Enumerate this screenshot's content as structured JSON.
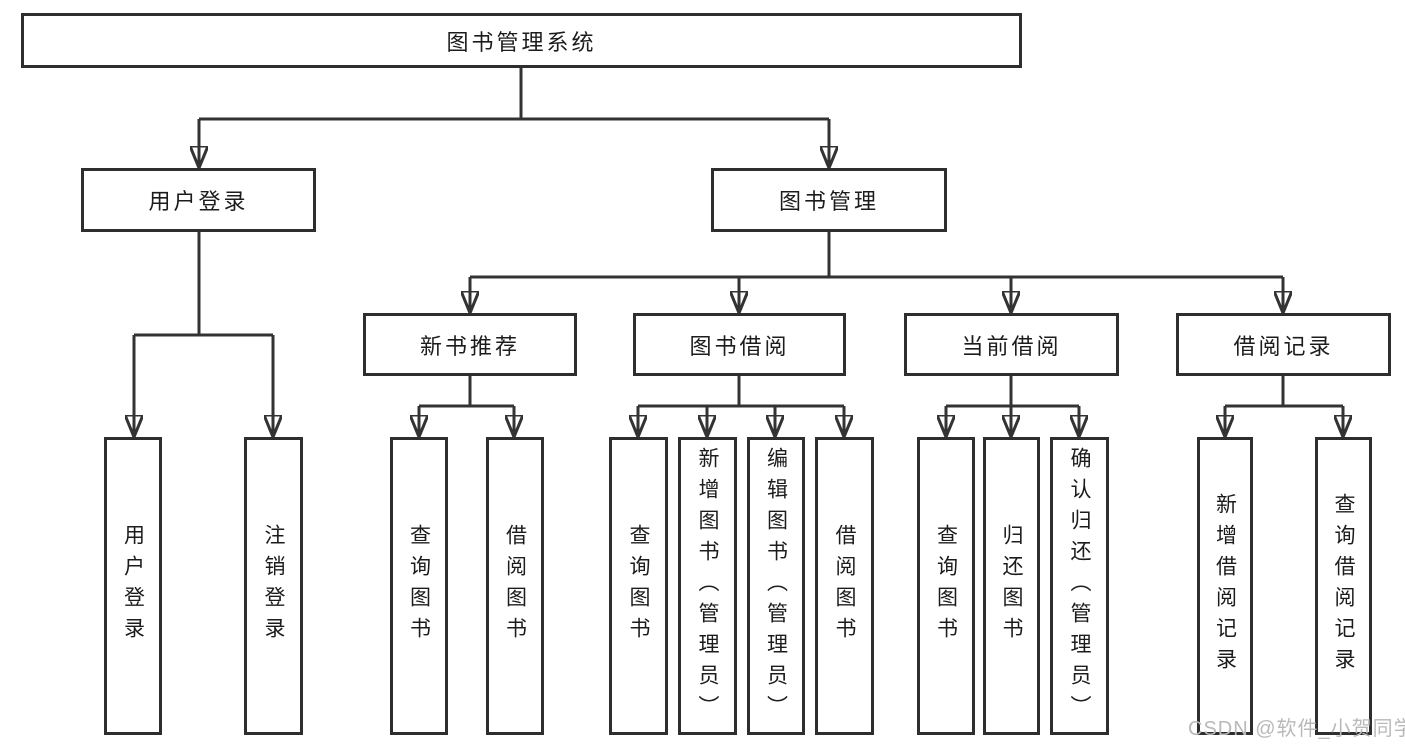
{
  "tree": {
    "root": "图书管理系统",
    "branches": [
      {
        "label": "用户登录",
        "children": [
          "用户登录",
          "注销登录"
        ]
      },
      {
        "label": "图书管理",
        "modules": [
          {
            "label": "新书推荐",
            "children": [
              "查询图书",
              "借阅图书"
            ]
          },
          {
            "label": "图书借阅",
            "children": [
              "查询图书",
              "新增图书（管理员）",
              "编辑图书（管理员）",
              "借阅图书"
            ]
          },
          {
            "label": "当前借阅",
            "children": [
              "查询图书",
              "归还图书",
              "确认归还（管理员）"
            ]
          },
          {
            "label": "借阅记录",
            "children": [
              "新增借阅记录",
              "查询借阅记录"
            ]
          }
        ]
      }
    ]
  },
  "watermark": {
    "text": "CSDN @软件_小贺同学"
  },
  "colors": {
    "line": "#333333",
    "text": "#1c1c1c",
    "background": "#ffffff",
    "watermark": "#b9b9b9"
  }
}
